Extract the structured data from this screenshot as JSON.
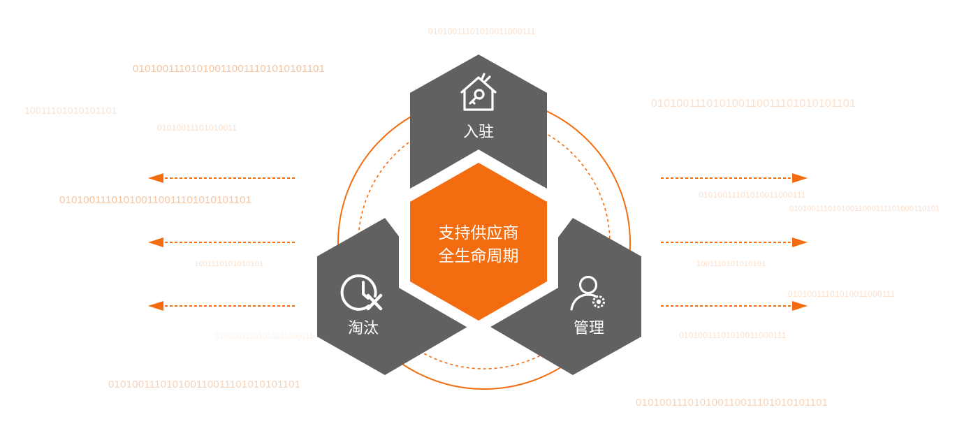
{
  "center": {
    "line1": "支持供应商",
    "line2": "全生命周期"
  },
  "stages": {
    "onboard": {
      "label": "入驻",
      "icon": "house-key-icon"
    },
    "eliminate": {
      "label": "淘汰",
      "icon": "clock-cancel-icon"
    },
    "manage": {
      "label": "管理",
      "icon": "user-gear-icon"
    }
  },
  "binary": [
    "01010011101010011000111",
    "010100111010100110011101010101101",
    "10011101010101101",
    "01010011101010011",
    "010100111010100110011101010101101",
    "1001110101010101",
    "01010011101010011000111",
    "010100111010100110011101010101101",
    "010100111010100110011101010101101",
    "01010011101010011000111",
    "01010011101010011000111101000110101",
    "1001110101010101",
    "01010011101010011000111",
    "01010011101010011000111",
    "010100111010100110011101010101101"
  ],
  "colors": {
    "accent": "#f36c0f",
    "hex_gray": "#616161",
    "binary_text": "#f7c9a8"
  }
}
